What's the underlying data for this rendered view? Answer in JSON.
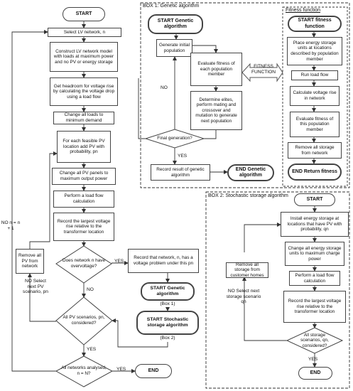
{
  "main": {
    "start": "START",
    "select_network": "Select LV network, n",
    "construct_model": "Construct LV network model with loads at maximum power and no PV or energy storage",
    "headroom": "Get headroom for voltage rise by calculating the voltage drop using a load flow",
    "change_loads": "Change all loads to minimum demand",
    "add_pv": "For each feasible PV location add PV with probability, pn",
    "max_output": "Change all PV panels to maximum output power",
    "load_flow": "Perform a load flow calculation",
    "record_largest": "Record the largest voltage rise relative to the transformer location",
    "overvoltage_q": "Does network n have overvoltage?",
    "record_network": "Record that network, n, has a voltage problem under this pn",
    "start_ga": "START Genetic algorithm",
    "start_ga_box": "(Box 1)",
    "start_ssa": "START Stochastic storage algorithm",
    "start_ssa_box": "(Box 2)",
    "remove_pv": "Remove all PV from network",
    "all_pv_q": "All PV scenarios, pn, considered?",
    "all_networks_q": "All networks analysed, n = N?",
    "end": "END",
    "yes": "YES",
    "no": "NO",
    "select_next_pv": "NO Select next PV scenario, pn",
    "no_increment": "NO n = n + 1"
  },
  "box1": {
    "title": "BOX 1: Genetic algorithm",
    "start": "START Genetic algorithm",
    "generate": "Generate initial population",
    "evaluate": "Evaluate fitness of each population member",
    "determine": "Determine elites, perform mating and crossover and mutation to generate next population",
    "final_q": "Final generation?",
    "record_result": "Record result of genetic algorithm",
    "end": "END Genetic algorithm",
    "fitness_function_label": "FITNESS FUNCTION",
    "no": "NO",
    "yes": "YES"
  },
  "fitness": {
    "title": "Fitness function",
    "start": "START fitness function",
    "place": "Place energy storage units at locations described by population member",
    "run_load_flow": "Run load flow",
    "calc_voltage": "Calculate voltage rise in network",
    "evaluate": "Evaluate fitness of this population member",
    "remove": "Remove all storage from network",
    "end": "END Return fitness"
  },
  "box2": {
    "title": "BOX 2: Stochastic storage algorithm",
    "start": "START",
    "install": "Install energy storage at locations that have PV with probability, qn",
    "change_storage": "Change all energy storage units to maximum charge power",
    "load_flow": "Perform a load flow calculation",
    "record_largest": "Record the largest voltage rise relative to the transformer location",
    "all_storage_q": "All storage scenarios, qn, considered?",
    "remove_storage": "Remove all storage from customer homes",
    "select_next": "NO Select next storage scenario qn",
    "yes": "YES",
    "end": "END"
  }
}
